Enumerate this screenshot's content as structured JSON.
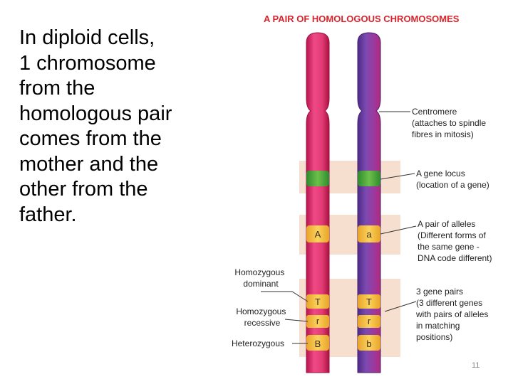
{
  "slide": {
    "text_lines": [
      "In diploid cells,",
      "1 chromosome",
      "from the",
      "homologous pair",
      "comes from the",
      "mother and the",
      "other from the",
      "father."
    ],
    "page_number": "11"
  },
  "diagram": {
    "title": "A PAIR OF HOMOLOGOUS CHROMOSOMES",
    "annotations_right": [
      [
        "Centromere",
        "(attaches to spindle",
        "fibres in mitosis)"
      ],
      [
        "A gene locus",
        "(location of a gene)"
      ],
      [
        "A pair of alleles",
        "(Different forms of",
        "the same gene -",
        "DNA code different)"
      ],
      [
        "3 gene pairs",
        "(3 different genes",
        "with pairs of alleles",
        "in matching",
        "positions)"
      ]
    ],
    "annotations_left": [
      [
        "Homozygous",
        "dominant"
      ],
      [
        "Homozygous",
        "recessive"
      ],
      [
        "Heterozygous"
      ]
    ],
    "alleles": {
      "left": [
        "A",
        "T",
        "r",
        "B"
      ],
      "right": [
        "a",
        "T",
        "r",
        "b"
      ]
    },
    "colors": {
      "title": "#d9232d",
      "maternal_chromosome": "#e13a74",
      "paternal_chromosome": "#8c3a9c",
      "highlight_band": "#f6dfcf",
      "gene_locus": "#3fa63f",
      "allele": "#f3c23c"
    }
  }
}
